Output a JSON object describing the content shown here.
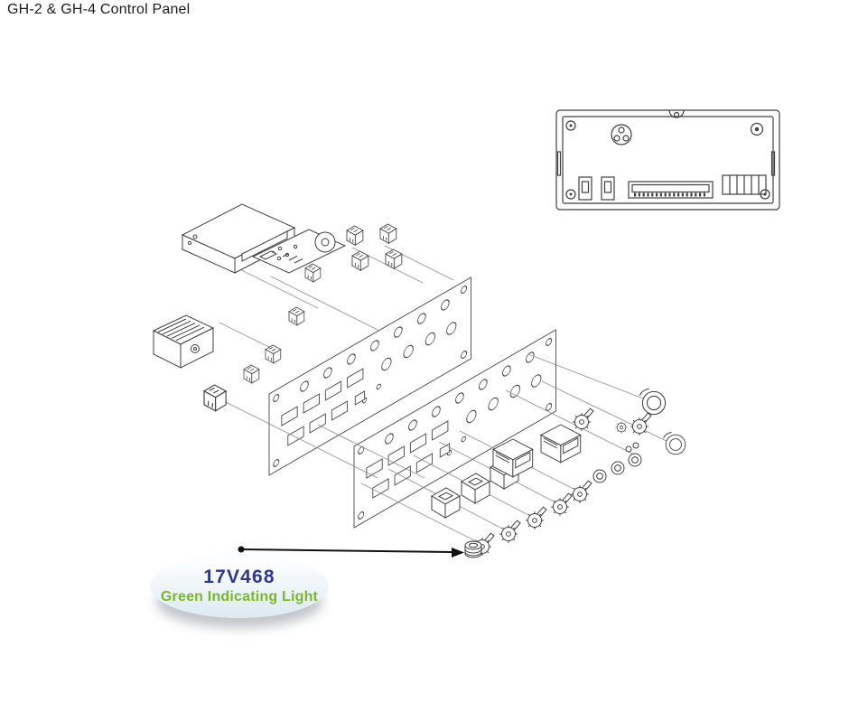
{
  "page": {
    "title": "GH-2 & GH-4 Control Panel"
  },
  "callout": {
    "part_number": "17V468",
    "part_name": "Green Indicating Light"
  },
  "colors": {
    "title-text": "#1c1c1c",
    "part-number": "#2b3990",
    "part-name": "#79b829",
    "callout-bg-top": "#fcfdfe",
    "callout-bg-bottom": "#dce9f2",
    "diagram-line": "#3f3f3f",
    "leader-line": "#8f8f8f",
    "arrow": "#111111"
  }
}
